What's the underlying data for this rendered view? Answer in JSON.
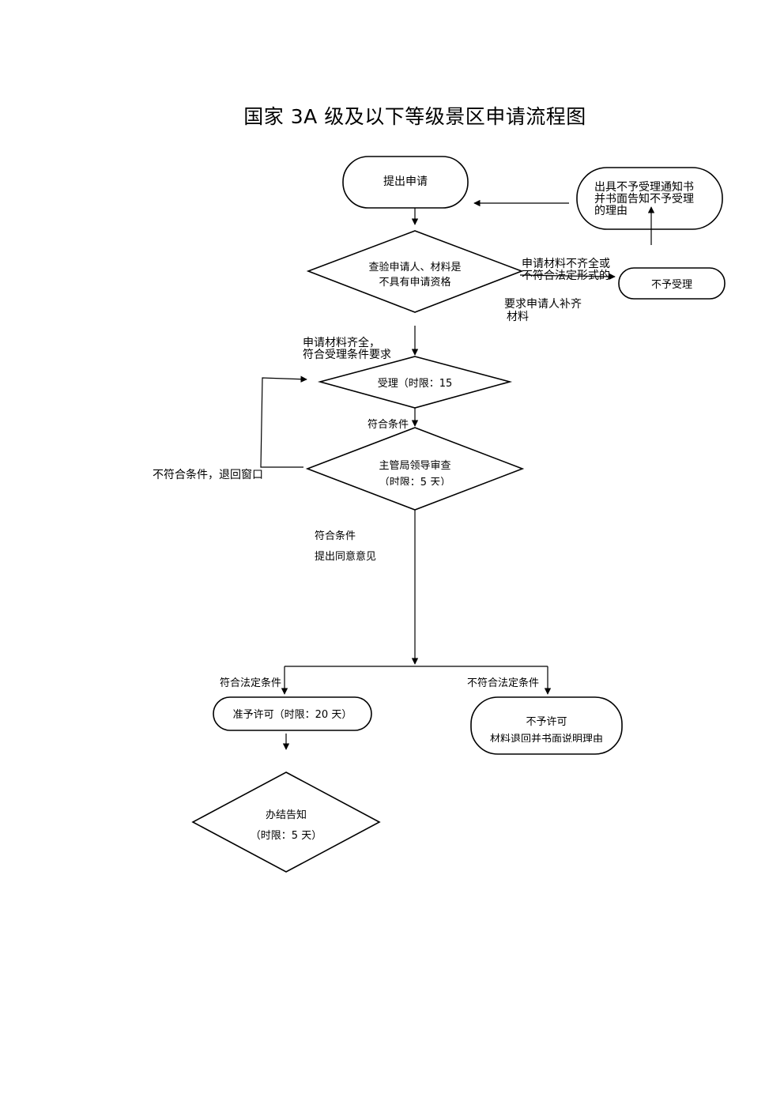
{
  "title": "国家 3A 级及以下等级景区申请流程图",
  "nodes": {
    "apply": "提出申请",
    "notice": [
      "出具不予受理通知书",
      "并书面告知不予受理",
      "的理由"
    ],
    "check": [
      "查验申请人、材料是",
      "不具有申请资格"
    ],
    "reject_accept": "不予受理",
    "accept": "受理（时限：15",
    "review": [
      "主管局领导审查",
      "（时限：5 天）"
    ],
    "grant": "准予许可（时限：20 天）",
    "deny": [
      "不予许可",
      "材料退回并书面说明理由"
    ],
    "finish": [
      "办结告知",
      "（时限：5 天）"
    ]
  },
  "edges": {
    "incomplete": [
      "申请材料不齐全或",
      "不符合法定形式的"
    ],
    "supplement": [
      "要求申请人补齐",
      "材料"
    ],
    "complete": [
      "申请材料齐全，",
      "符合受理条件要求"
    ],
    "meets": "符合条件",
    "not_meet_back": "不符合条件，退回窗口",
    "meets_agree": [
      "符合条件",
      "提出同意意见"
    ],
    "legal_ok": "符合法定条件",
    "legal_not": "不符合法定条件"
  }
}
